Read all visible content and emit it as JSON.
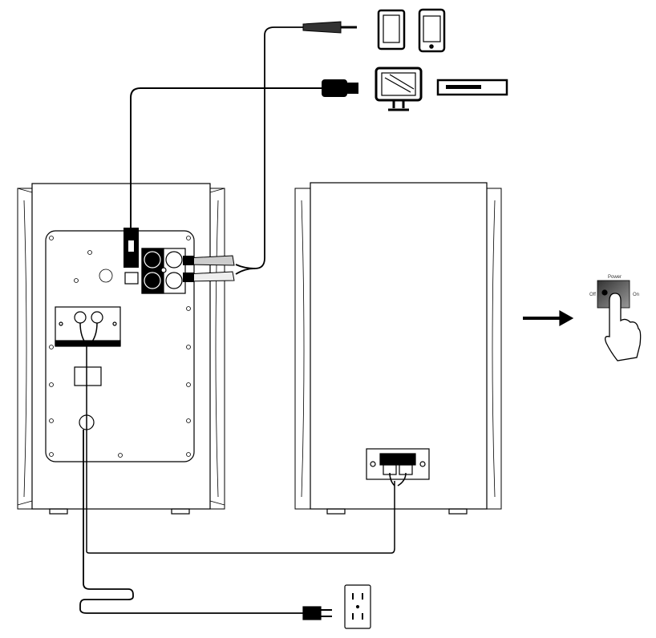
{
  "power_switch": {
    "title": "Power",
    "off_label": "Off",
    "on_label": "On"
  },
  "colors": {
    "line": "#000000",
    "switch": "#555555"
  }
}
